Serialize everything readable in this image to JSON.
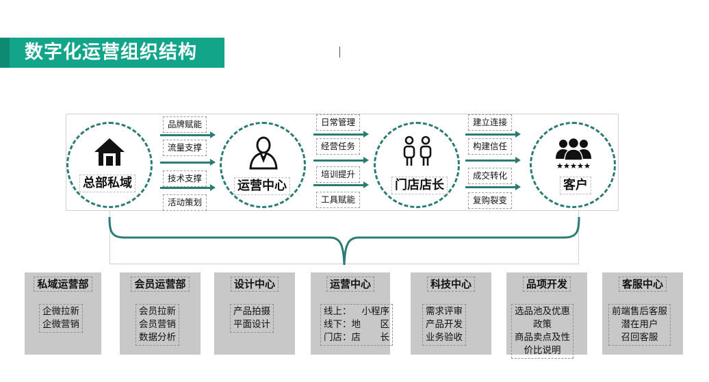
{
  "title": "数字化运营组织结构",
  "flow": {
    "nodes": [
      {
        "label": "总部私域",
        "icon": "house-icon"
      },
      {
        "label": "运营中心",
        "icon": "person-icon"
      },
      {
        "label": "门店店长",
        "icon": "two-people-icon"
      },
      {
        "label": "客户",
        "icon": "customers-icon"
      }
    ],
    "steps_1": [
      "品牌赋能",
      "流量支撑",
      "技术支撑",
      "活动策划"
    ],
    "steps_2": [
      "日常管理",
      "经营任务",
      "培训提升",
      "工具赋能"
    ],
    "steps_3": [
      "建立连接",
      "构建信任",
      "成交转化",
      "复购裂变"
    ]
  },
  "departments": [
    {
      "title": "私域运营部",
      "items": [
        "企微拉新",
        "企微营销"
      ]
    },
    {
      "title": "会员运营部",
      "items": [
        "会员拉新",
        "会员营销",
        "数据分析"
      ]
    },
    {
      "title": "设计中心",
      "items": [
        "产品拍摄",
        "平面设计"
      ]
    },
    {
      "title": "运营中心",
      "items": [
        [
          "线上：",
          "小程序"
        ],
        [
          "线下：地",
          "区"
        ],
        [
          "门店：店",
          "长"
        ]
      ]
    },
    {
      "title": "科技中心",
      "items": [
        "需求评审",
        "产品开发",
        "业务验收"
      ]
    },
    {
      "title": "品项开发",
      "items": [
        "选品池及优惠",
        "政策",
        "商品卖点及性",
        "价比说明"
      ]
    },
    {
      "title": "客服中心",
      "items": [
        "前端售后客服",
        "潜在用户",
        "召回客服"
      ]
    }
  ],
  "colors": {
    "brand": "#12a58a",
    "brand_dark": "#0e8a73",
    "accent": "#2a7b74",
    "panel": "#c8c8c8"
  }
}
